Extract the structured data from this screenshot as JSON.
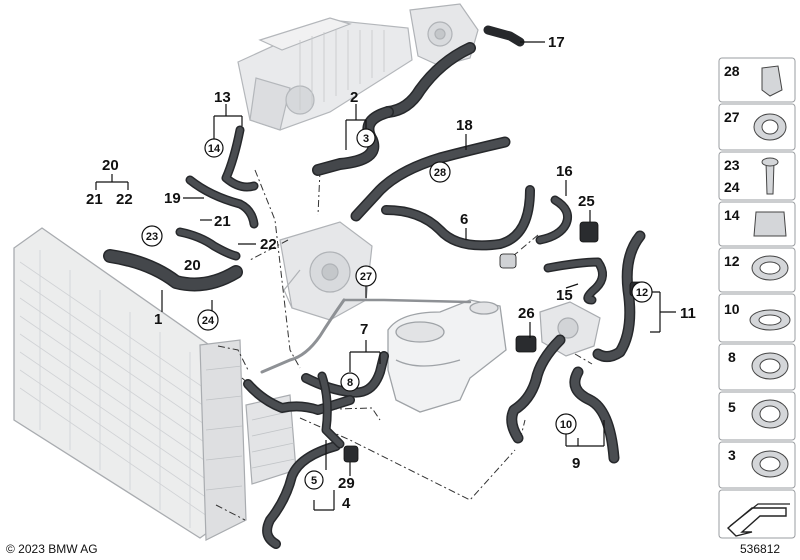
{
  "copyright": "© 2023 BMW AG",
  "diagram_number": "536812",
  "callouts": {
    "c1": "1",
    "c2": "2",
    "c4": "4",
    "c6": "6",
    "c7": "7",
    "c9": "9",
    "c11": "11",
    "c13": "13",
    "c15": "15",
    "c16": "16",
    "c17": "17",
    "c18": "18",
    "c19": "19",
    "c20a": "20",
    "c20b": "20",
    "c21a": "21",
    "c21b": "21",
    "c22a": "22",
    "c22b": "22",
    "c25": "25",
    "c26": "26",
    "c29": "29"
  },
  "circled": {
    "k3": "3",
    "k5": "5",
    "k8": "8",
    "k10": "10",
    "k12": "12",
    "k14": "14",
    "k23": "23",
    "k24": "24",
    "k27": "27",
    "k28": "28"
  },
  "legend": {
    "i28": "28",
    "i27": "27",
    "i23": "23",
    "i24": "24",
    "i14": "14",
    "i12": "12",
    "i10": "10",
    "i8": "8",
    "i5": "5",
    "i3": "3"
  },
  "icons": {
    "radiator": "radiator-icon",
    "expansion_tank": "expansion-tank-icon",
    "intercooler": "intercooler-icon",
    "water_pump": "water-pump-icon",
    "hoses": "coolant-hose-icon",
    "nav_arrow": "arrow-icon"
  },
  "colors": {
    "hose": "#3f4246",
    "hose_edge": "#26282b",
    "part_light": "#e6e7e9",
    "part_line": "#a9acb0",
    "leader": "#111111"
  }
}
